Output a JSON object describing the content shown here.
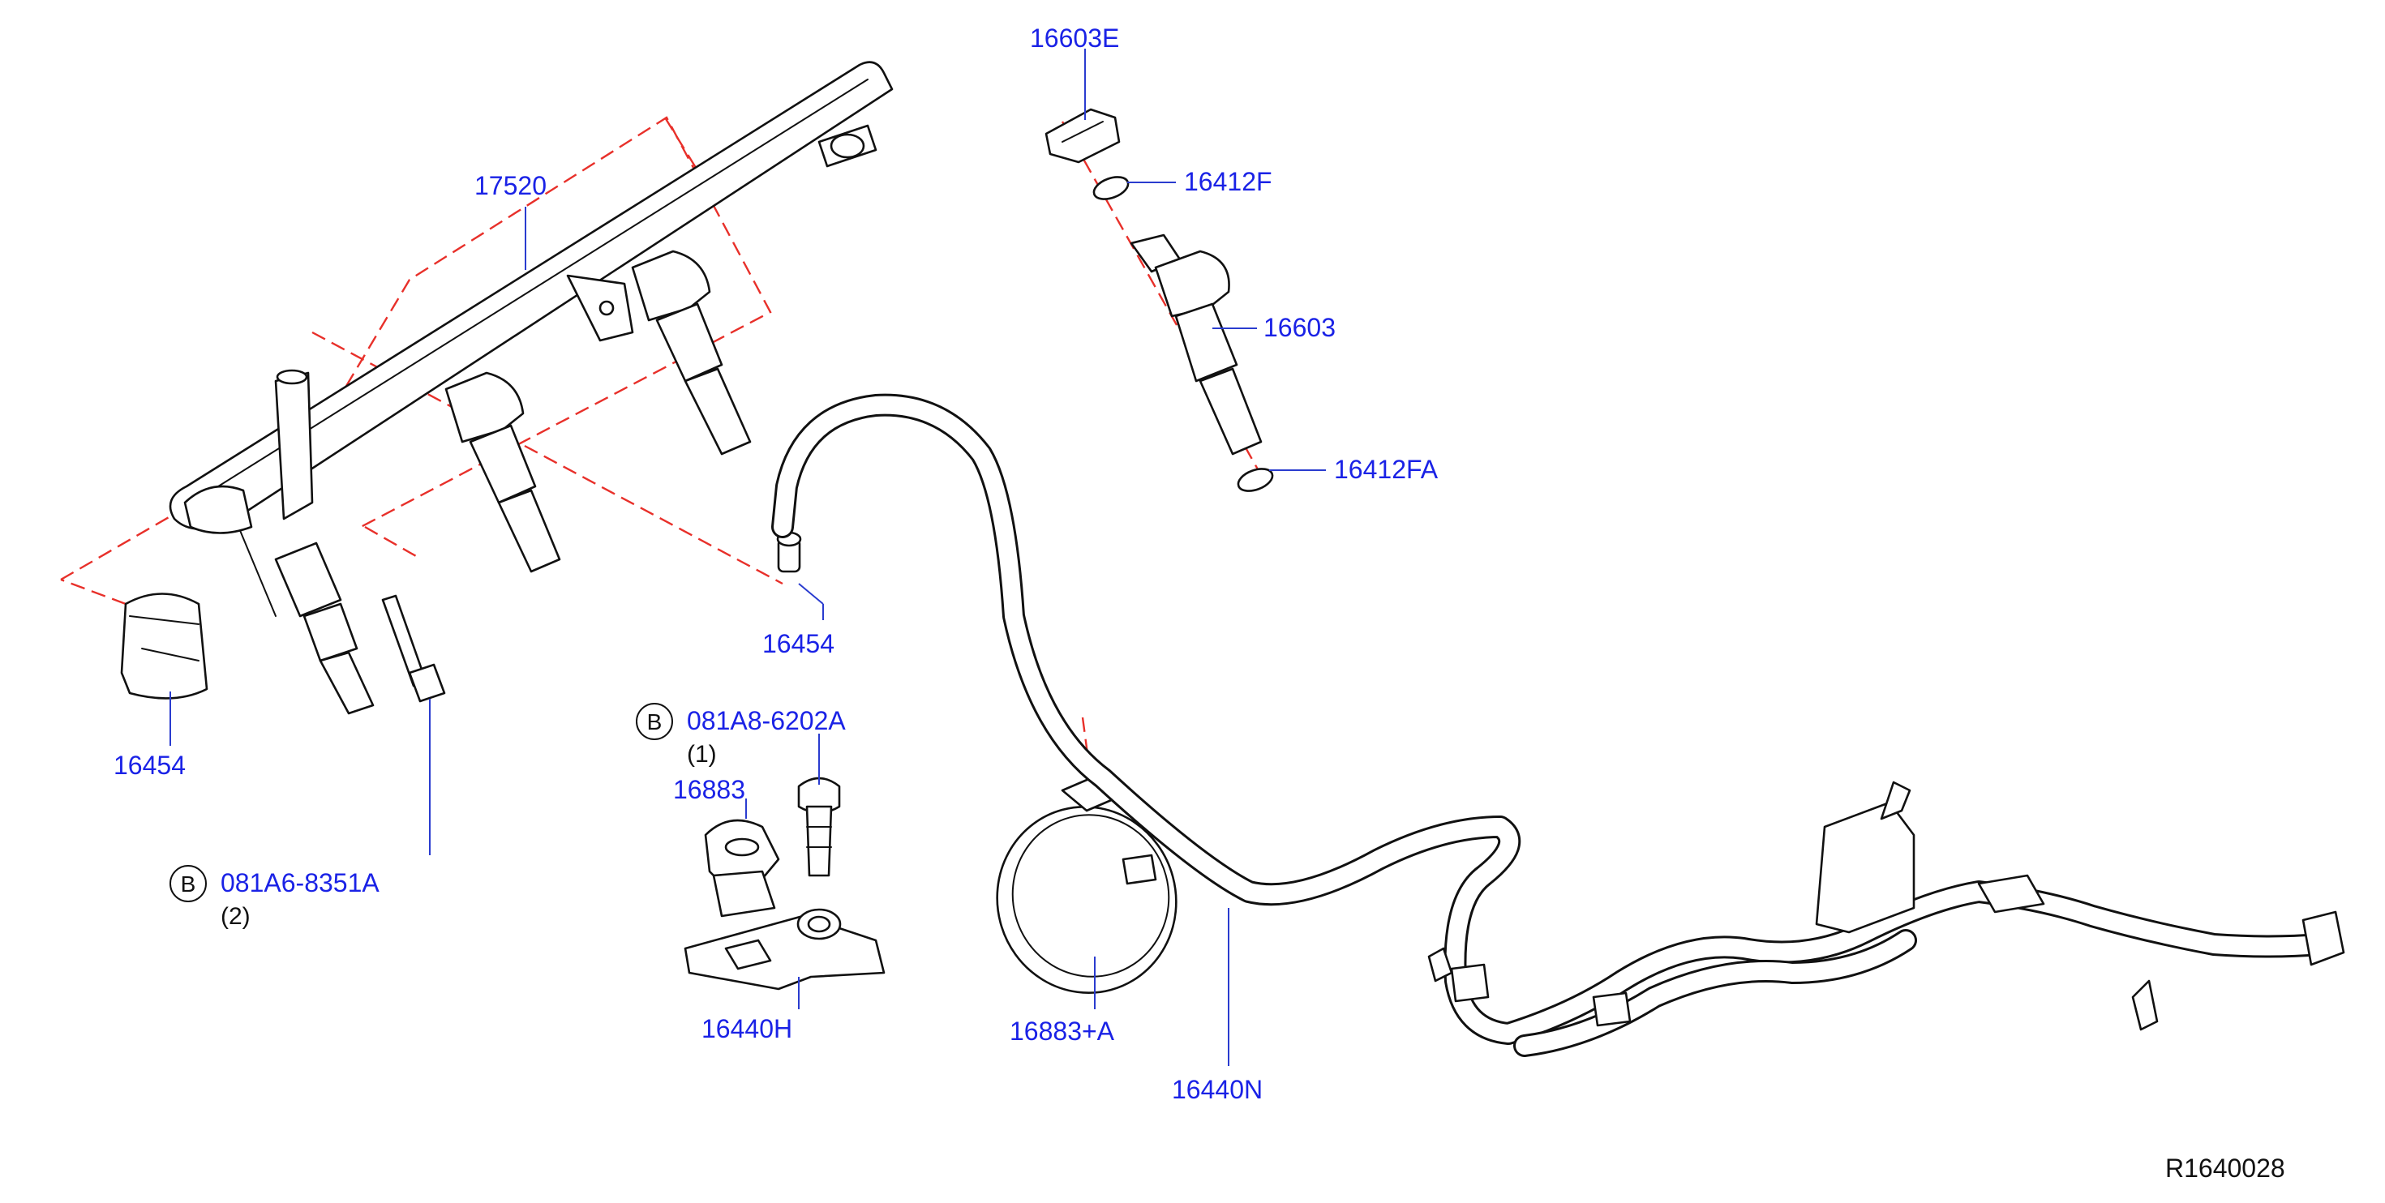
{
  "labels": {
    "rail": "17520",
    "injector_top_bracket": "16603E",
    "seal_upper": "16412F",
    "injector": "16603",
    "seal_lower": "16412FA",
    "cover": "16454",
    "bolt_left": "081A6-8351A",
    "bolt_left_qty": "(2)",
    "bolt_left_badge": "B",
    "bolt_mid": "081A8-6202A",
    "bolt_mid_qty": "(1)",
    "bolt_mid_badge": "B",
    "clip": "16883",
    "bracket": "16440H",
    "clamp": "16883+A",
    "hose": "16440N",
    "cap": "16454"
  },
  "reference_code": "R1640028"
}
